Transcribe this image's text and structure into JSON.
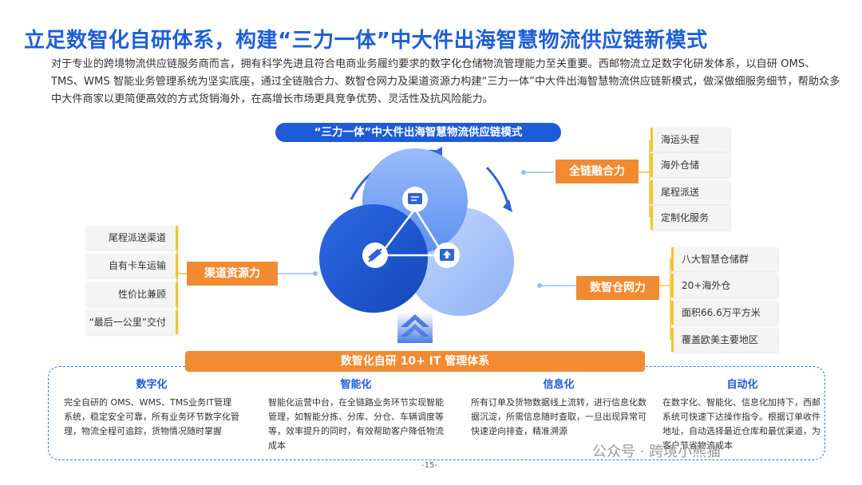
{
  "title": "立足数智化自研体系，构建“三力一体”中大件出海智慧物流供应链新模式",
  "intro": "对于专业的跨境物流供应链服务商而言，拥有科学先进且符合电商业务履约要求的数字化仓储物流管理能力至关重要。西邮物流立足数字化研发体系，以自研 OMS、TMS、WMS 智能业务管理系统为坚实底座，通过全链融合力、数智仓网力及渠道资源力构建“三力一体”中大件出海智慧物流供应链新模式，做深做细服务细节，帮助众多中大件商家以更简便高效的方式货销海外，在高增长市场更具竞争优势、灵活性及抗风险能力。",
  "diagram_title": "“三力一体”中大件出海智慧物流供应链模式",
  "right_top": {
    "label": "全链融合力",
    "items": [
      "海运头程",
      "海外仓储",
      "尾程派送",
      "定制化服务"
    ]
  },
  "left": {
    "label": "渠道资源力",
    "items": [
      "尾程派送渠道",
      "自有卡车运输",
      "性价比兼顾",
      "“最后一公里”交付"
    ]
  },
  "right_bottom": {
    "label": "数智仓网力",
    "items": [
      "八大智慧仓储群",
      "20+海外仓",
      "面积66.6万平方米",
      "覆盖欧美主要地区"
    ]
  },
  "it_bar": "数智化自研 10+ IT 管理体系",
  "columns": [
    {
      "heading": "数字化",
      "body": "完全自研的 OMS、WMS、TMS业务IT管理系统，稳定安全可靠，所有业务环节数字化管理，物流全程可追踪，货物情况随时掌握"
    },
    {
      "heading": "智能化",
      "body": "智能化运营中台，在全链路业务环节实现智能管理，如智能分拣、分库、分仓、车辆调度等等，效率提升的同时，有效帮助客户降低物流成本"
    },
    {
      "heading": "信息化",
      "body": "所有订单及货物数据线上流转，进行信息化数据沉淀，所需信息随时查取，一旦出现异常可快速逆向排查，精准溯源"
    },
    {
      "heading": "自动化",
      "body": "在数字化、智能化、信息化加持下，西邮系统可快速下达操作指令。根据订单收件地址，自动选择最近仓库和最优渠道，为客户节省物流成本"
    }
  ],
  "watermark": "公众号 · 跨境小熊猫",
  "page_number": "-15-",
  "colors": {
    "brand_blue": "#1E5FD6",
    "orange": "#F18A31",
    "yellow_accent": "#F2C52B"
  }
}
